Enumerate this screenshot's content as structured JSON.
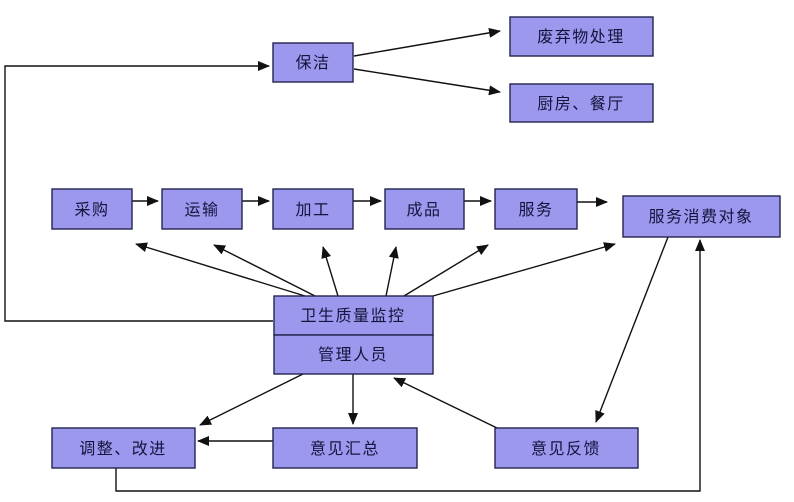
{
  "diagram": {
    "background": "#ffffff",
    "node_fill": "#9b98ee",
    "node_border": "#23234f",
    "arrow_color": "#111111",
    "nodes": {
      "cleaning": {
        "label": "保洁"
      },
      "waste_disposal": {
        "label": "废弃物处理"
      },
      "kitchen_dining": {
        "label": "厨房、餐厅"
      },
      "procurement": {
        "label": "采购"
      },
      "transport": {
        "label": "运输"
      },
      "processing": {
        "label": "加工"
      },
      "finished_product": {
        "label": "成品"
      },
      "service": {
        "label": "服务"
      },
      "service_consumers": {
        "label": "服务消费对象"
      },
      "hygiene_monitoring": {
        "label": "卫生质量监控"
      },
      "management_staff": {
        "label": "管理人员"
      },
      "adjust_improve": {
        "label": "调整、改进"
      },
      "opinion_summary": {
        "label": "意见汇总"
      },
      "opinion_feedback": {
        "label": "意见反馈"
      }
    },
    "edges": [
      {
        "from": "procurement",
        "to": "transport"
      },
      {
        "from": "transport",
        "to": "processing"
      },
      {
        "from": "processing",
        "to": "finished_product"
      },
      {
        "from": "finished_product",
        "to": "service"
      },
      {
        "from": "service",
        "to": "service_consumers"
      },
      {
        "from": "hygiene_monitoring",
        "to": "cleaning"
      },
      {
        "from": "cleaning",
        "to": "waste_disposal"
      },
      {
        "from": "cleaning",
        "to": "kitchen_dining"
      },
      {
        "from": "hygiene_monitoring",
        "to": "procurement"
      },
      {
        "from": "hygiene_monitoring",
        "to": "transport"
      },
      {
        "from": "hygiene_monitoring",
        "to": "processing"
      },
      {
        "from": "hygiene_monitoring",
        "to": "finished_product"
      },
      {
        "from": "hygiene_monitoring",
        "to": "service"
      },
      {
        "from": "hygiene_monitoring",
        "to": "service_consumers"
      },
      {
        "from": "management_staff",
        "to": "opinion_summary"
      },
      {
        "from": "management_staff",
        "to": "adjust_improve"
      },
      {
        "from": "opinion_summary",
        "to": "adjust_improve"
      },
      {
        "from": "opinion_feedback",
        "to": "management_staff"
      },
      {
        "from": "service_consumers",
        "to": "opinion_feedback"
      },
      {
        "from": "adjust_improve",
        "to": "service_consumers"
      }
    ]
  }
}
